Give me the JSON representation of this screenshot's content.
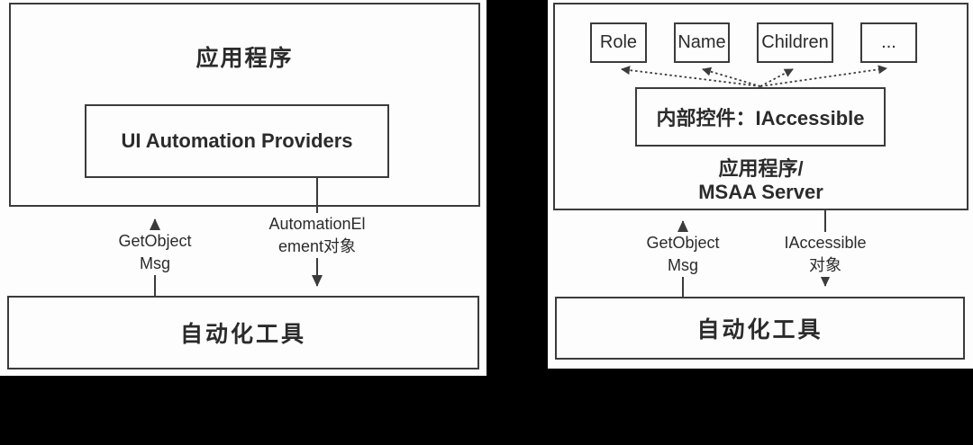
{
  "colors": {
    "canvas_bg": "#000000",
    "panel_bg": "#fdfdfe",
    "line": "#3b3b3b",
    "text": "#2b2b2b"
  },
  "left_diagram": {
    "app_box_label": "应用程序",
    "providers_box_label": "UI Automation Providers",
    "tool_box_label": "自动化工具",
    "up_arrow_label_line1": "GetObject",
    "up_arrow_label_line2": "Msg",
    "down_arrow_label_line1": "AutomationEl",
    "down_arrow_label_line2": "ement对象"
  },
  "right_diagram": {
    "property_boxes": [
      "Role",
      "Name",
      "Children",
      "..."
    ],
    "control_box_label": "内部控件：IAccessible",
    "server_label_line1": "应用程序/",
    "server_label_line2": "MSAA Server",
    "tool_box_label": "自动化工具",
    "up_arrow_label_line1": "GetObject",
    "up_arrow_label_line2": "Msg",
    "down_arrow_label_line1": "IAccessible",
    "down_arrow_label_line2": "对象"
  }
}
